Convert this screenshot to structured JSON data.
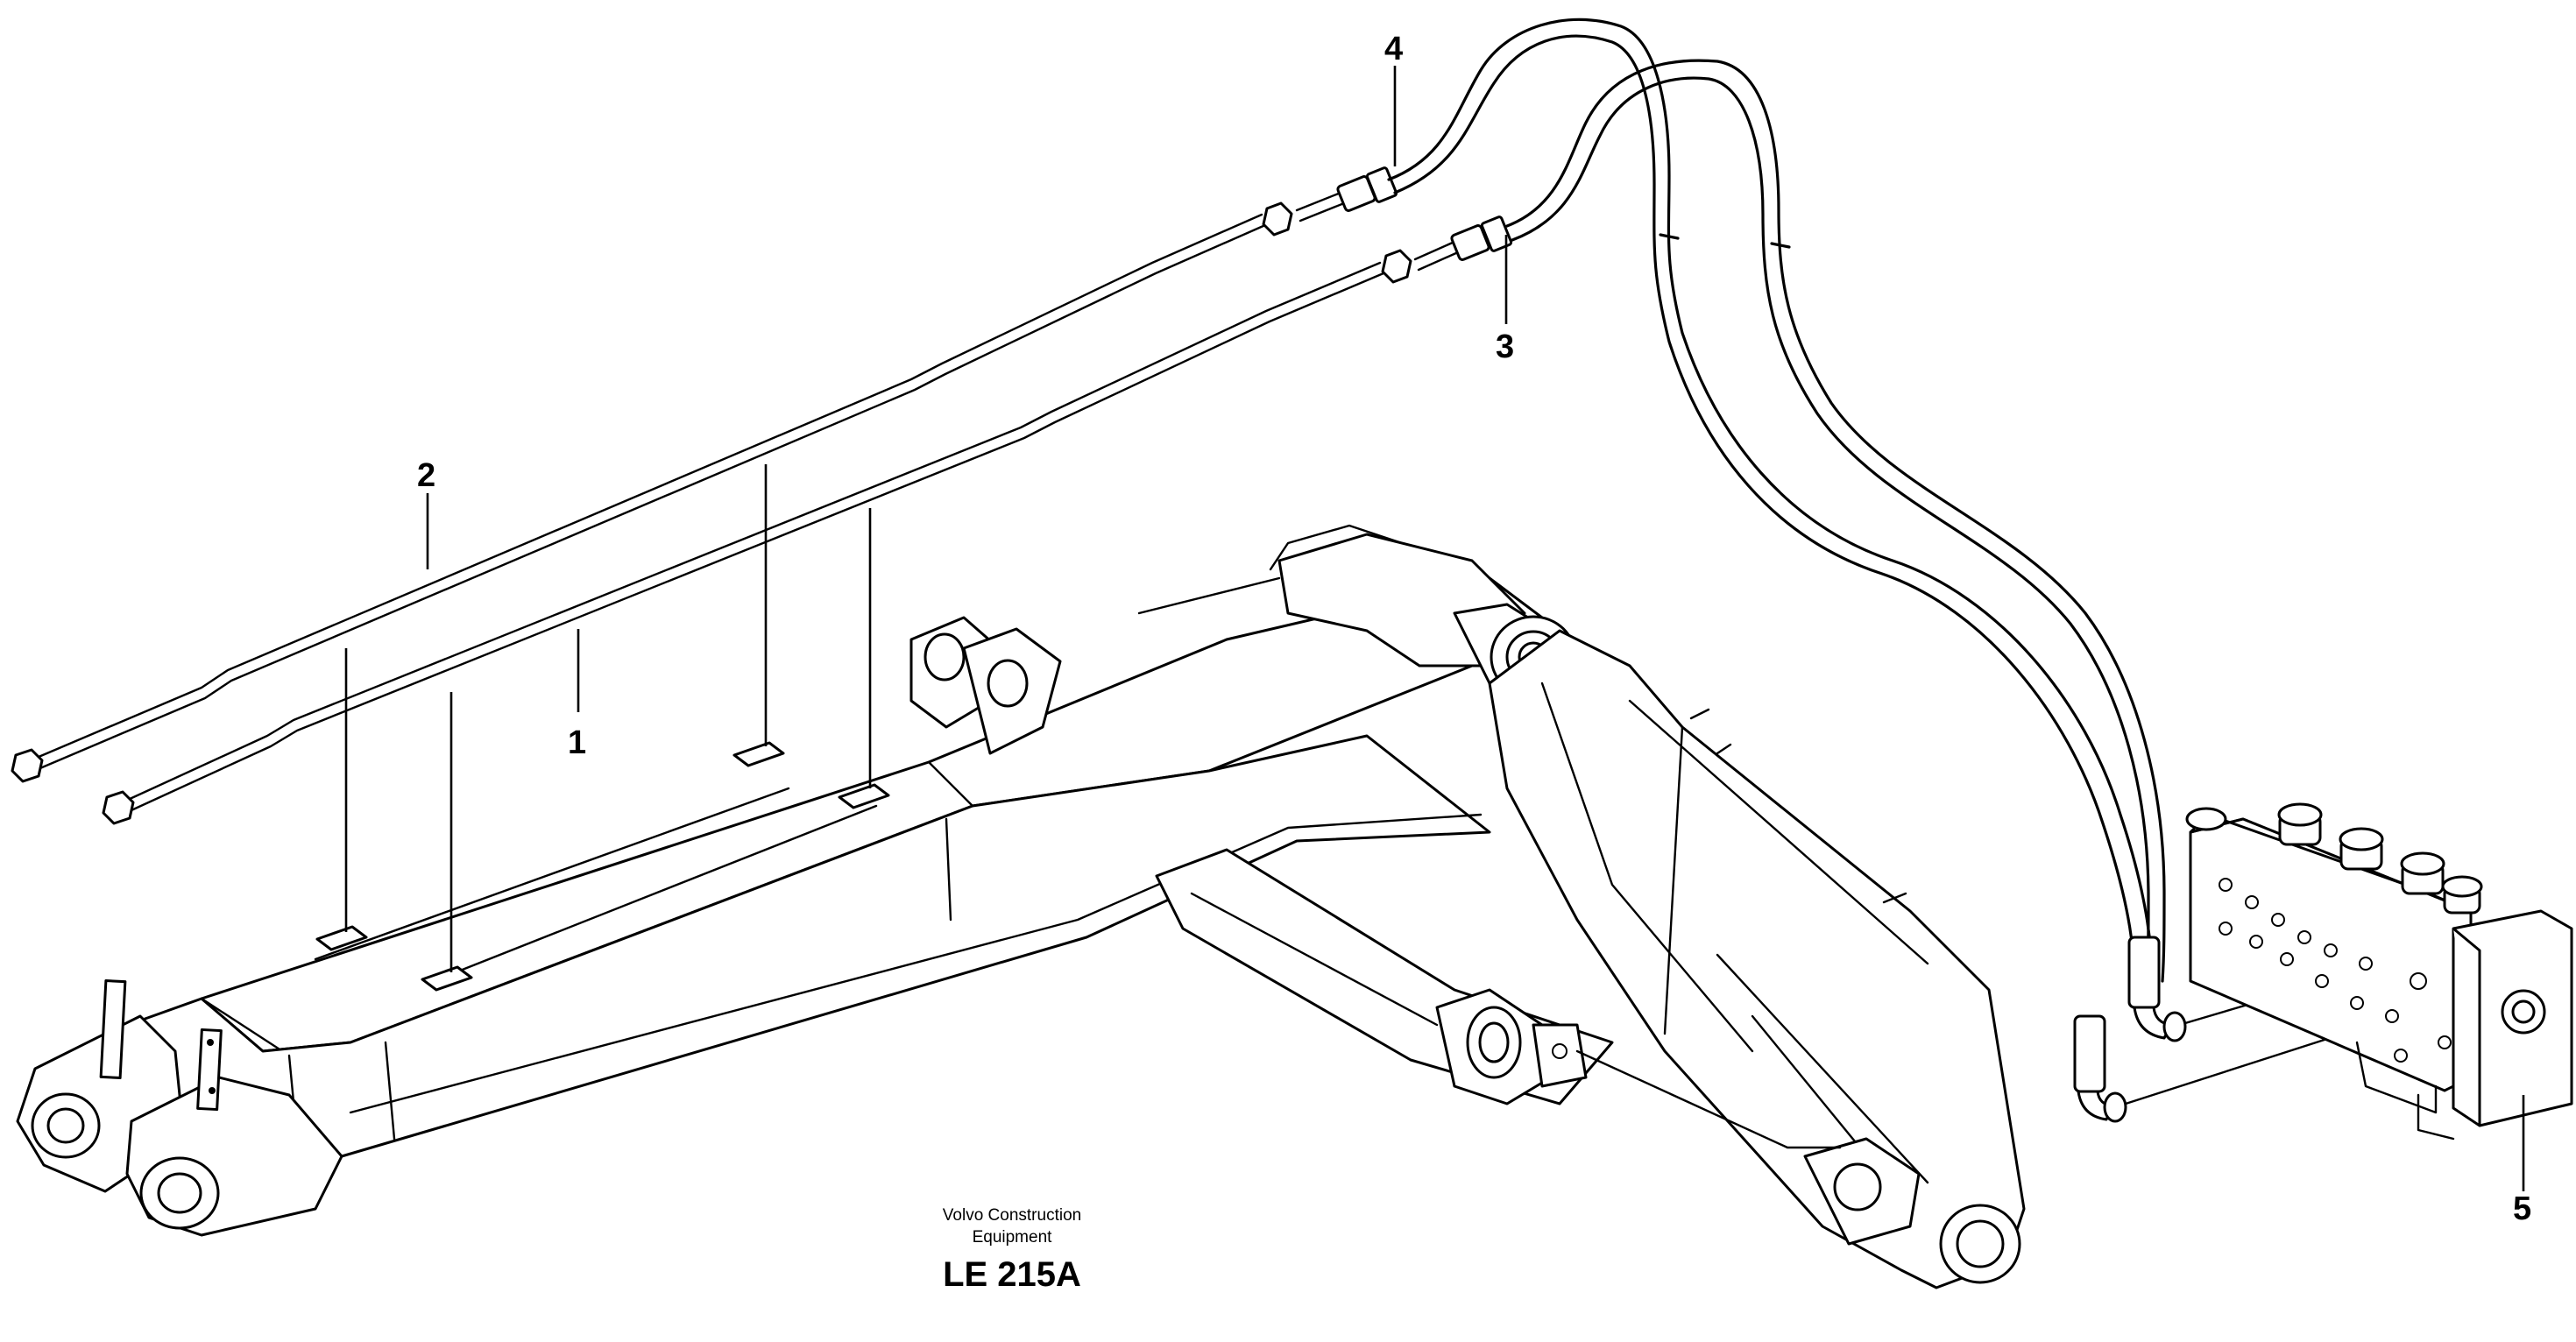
{
  "drawing": {
    "labels": [
      {
        "id": "1",
        "text": "1"
      },
      {
        "id": "2",
        "text": "2"
      },
      {
        "id": "3",
        "text": "3"
      },
      {
        "id": "4",
        "text": "4"
      },
      {
        "id": "5",
        "text": "5"
      }
    ],
    "caption_line1": "Volvo Construction",
    "caption_line2": "Equipment",
    "drawing_code": "LE 215A"
  },
  "colors": {
    "ink": "#000000",
    "paper": "#ffffff"
  }
}
